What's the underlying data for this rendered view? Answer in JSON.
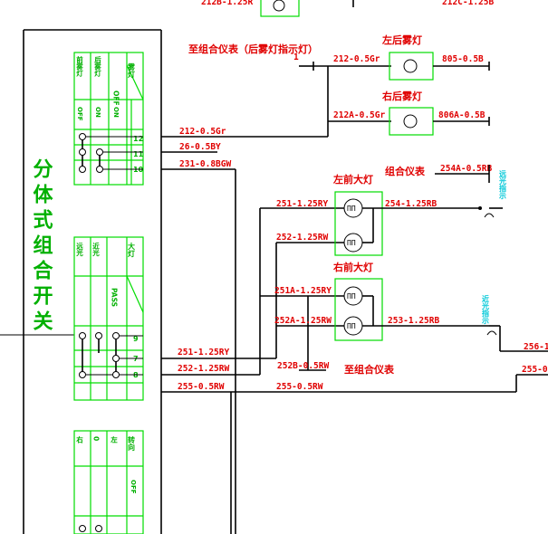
{
  "diagram": {
    "combo_switch_title": "分体式组合开关",
    "fog_lamp_note": "至组合仪表（后雾灯指示灯）",
    "combo_meter_note": "组合仪表",
    "to_combo_meter": "至组合仪表",
    "lamps": {
      "left_rear_fog": "左后雾灯",
      "right_rear_fog": "右后雾灯",
      "left_headlamp": "左前大灯",
      "right_headlamp": "右前大灯"
    },
    "switch_upper": {
      "header": "雾灯",
      "col1": "前雾灯",
      "col2": "后雾灯",
      "col3": "OFF",
      "state_off": "OFF",
      "pins": [
        "12",
        "11",
        "10"
      ]
    },
    "switch_middle": {
      "header": "大灯",
      "col1": "远光",
      "col2": "近光",
      "col3": "PASS",
      "pins": [
        "9",
        "7",
        "8"
      ]
    },
    "switch_lower": {
      "header": "转向",
      "col1": "右",
      "col2": "0",
      "col3": "左",
      "pin_label": "OFF"
    },
    "wires": {
      "w212_top": "212-0.5Gr",
      "w26": "26-0.5BY",
      "w231": "231-0.8BGW",
      "w212_mid": "212-0.5Gr",
      "w212a": "212A-0.5Gr",
      "w805": "805-0.5B",
      "w806a": "806A-0.5B",
      "w251": "251-1.25RY",
      "w252": "252-1.25RW",
      "w255": "255-0.5RW",
      "w251_head": "251-1.25RY",
      "w252_head": "252-1.25RW",
      "w251a": "251A-1.25RY",
      "w252a": "252A-1.25RW",
      "w254": "254-1.25RB",
      "w253": "253-1.25RB",
      "w254a": "254A-0.5RB",
      "w252b": "252B-0.5RW",
      "w255_right": "255-0.5RW",
      "w256": "256-1.",
      "w255_edge": "255-0",
      "top_left_cut": "212B-1.25R",
      "top_right_cut": "212C-1.25B"
    },
    "connectors": {
      "high_beam_ind": "远光指示",
      "low_beam_ind": "近光指示"
    }
  }
}
